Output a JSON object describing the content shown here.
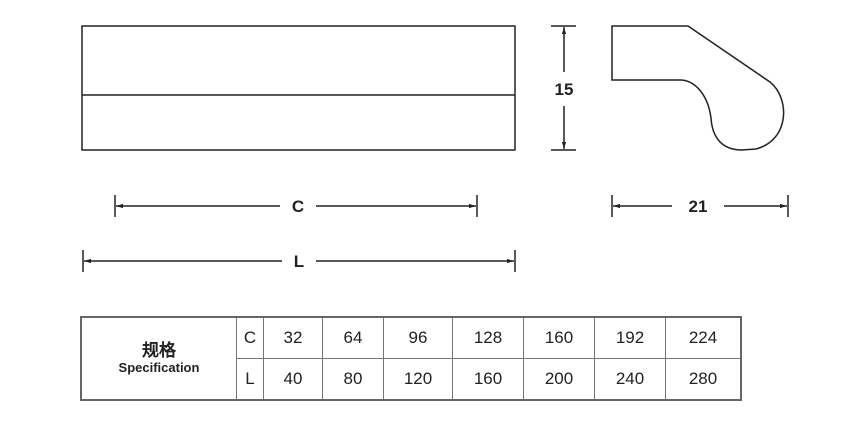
{
  "dimensions": {
    "height": "15",
    "width": "21",
    "c": "C",
    "l": "L"
  },
  "table": {
    "label_cn": "规格",
    "label_en": "Specification",
    "rows": [
      {
        "key": "C",
        "values": [
          "32",
          "64",
          "96",
          "128",
          "160",
          "192",
          "224"
        ]
      },
      {
        "key": "L",
        "values": [
          "40",
          "80",
          "120",
          "160",
          "200",
          "240",
          "280"
        ]
      }
    ]
  }
}
